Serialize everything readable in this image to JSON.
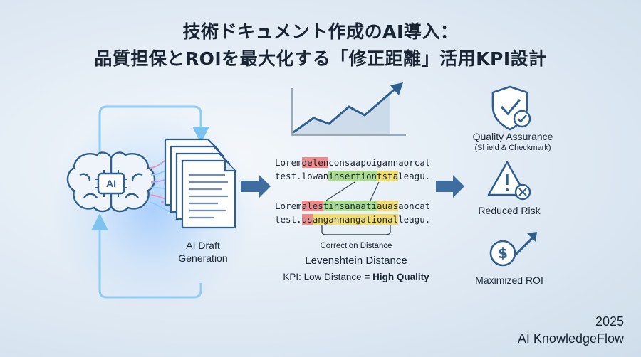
{
  "title": {
    "line1": "技術ドキュメント作成のAI導入：",
    "line2": "品質担保とROIを最大化する「修正距離」活用KPI設計"
  },
  "left": {
    "ai_chip": "AI",
    "caption_line1": "AI Draft",
    "caption_line2": "Generation"
  },
  "center": {
    "row1": [
      {
        "text": "Lorem",
        "hl": ""
      },
      {
        "text": "delen",
        "hl": "r"
      },
      {
        "text": "consaapoigannaorcat",
        "hl": ""
      }
    ],
    "row2": [
      {
        "text": "test.lowan",
        "hl": ""
      },
      {
        "text": "insertion",
        "hl": "g"
      },
      {
        "text": "tsta",
        "hl": "y"
      },
      {
        "text": "leagu.",
        "hl": ""
      }
    ],
    "row3": [
      {
        "text": "Lorem",
        "hl": ""
      },
      {
        "text": "ales",
        "hl": "r"
      },
      {
        "text": "tinsan",
        "hl": "g"
      },
      {
        "text": "aati",
        "hl": "g"
      },
      {
        "text": "auas",
        "hl": "y"
      },
      {
        "text": "aoncat",
        "hl": ""
      }
    ],
    "row4": [
      {
        "text": "test.",
        "hl": ""
      },
      {
        "text": "us",
        "hl": "r"
      },
      {
        "text": "angannangatio",
        "hl": "y"
      },
      {
        "text": "nal",
        "hl": "y"
      },
      {
        "text": "leagu.",
        "hl": ""
      }
    ],
    "correction_label": "Correction Distance",
    "levenshtein_label": "Levenshtein Distance",
    "kpi_prefix": "KPI: Low Distance = ",
    "kpi_emphasis": "High Quality"
  },
  "right": {
    "quality_title": "Quality Assurance",
    "quality_sub": "(Shield & Checkmark)",
    "risk_title": "Reduced Risk",
    "roi_title": "Maximized ROI"
  },
  "brand": {
    "year": "2025",
    "name": "AI KnowledgeFlow"
  },
  "colors": {
    "accent_blue": "#2f5f8f",
    "arrow_blue": "#3d6e9f",
    "loop_cyan": "#8ecdf5",
    "highlight_red": "#ef8a8a",
    "highlight_green": "#a9dc8e",
    "highlight_yellow": "#f1dc72"
  },
  "icons": [
    "brain-icon",
    "document-stack-icon",
    "trend-chart-icon",
    "shield-check-icon",
    "warning-x-icon",
    "dollar-growth-icon"
  ]
}
